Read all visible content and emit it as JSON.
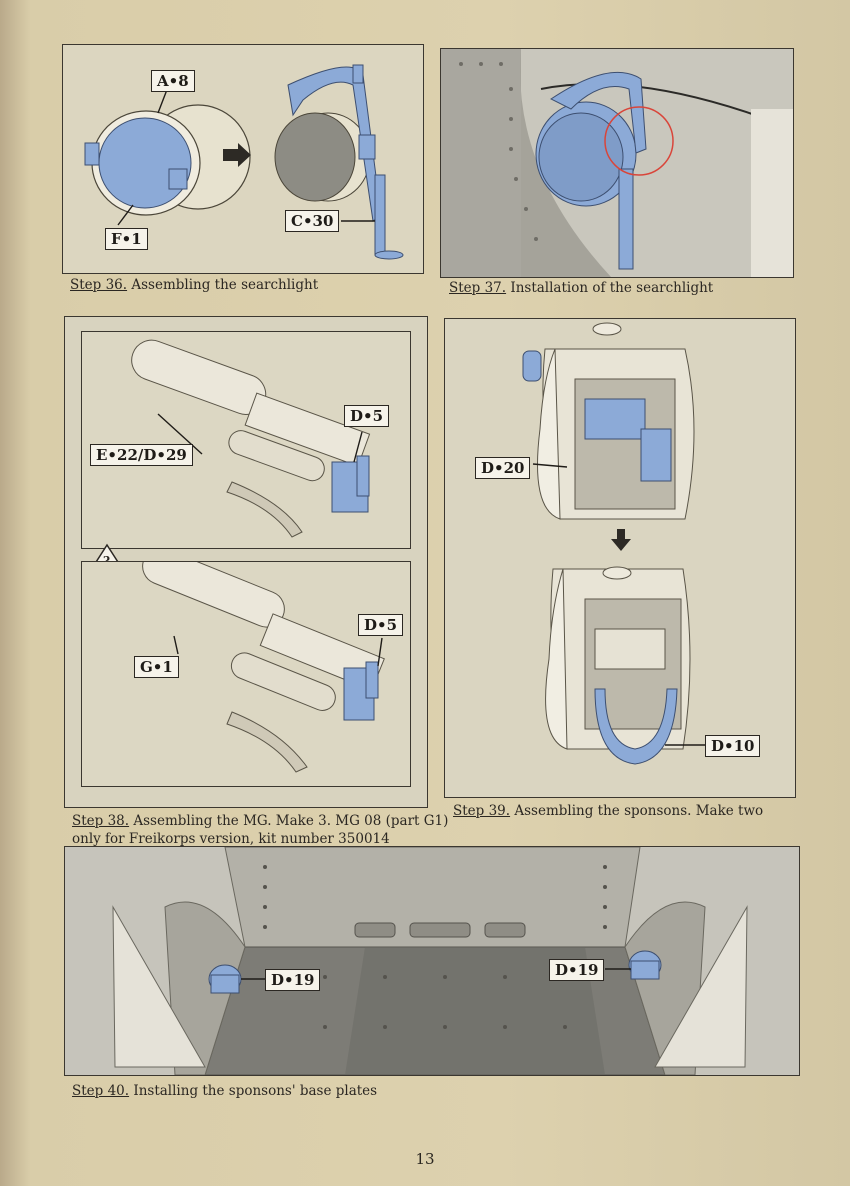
{
  "steps": {
    "s36": {
      "number": "Step 36.",
      "text": " Assembling the searchlight",
      "labels": {
        "a8": "A•8",
        "f1": "F•1",
        "c30": "C•30"
      }
    },
    "s37": {
      "number": "Step 37.",
      "text": " Installation of the searchlight"
    },
    "s38": {
      "number": "Step 38.",
      "text": " Assembling the MG. Make 3. MG 08 (part G1)",
      "text2": "only for Freikorps version, kit number 350014",
      "labels": {
        "e22d29": "E•22/D•29",
        "d5_top": "D•5",
        "g1": "G•1",
        "d5_bottom": "D•5",
        "question": "?"
      }
    },
    "s39": {
      "number": "Step 39.",
      "text": " Assembling the sponsons. Make two",
      "labels": {
        "d20": "D•20",
        "d10": "D•10"
      }
    },
    "s40": {
      "number": "Step 40.",
      "text": " Installing the sponsons' base plates",
      "labels": {
        "d19_left": "D•19",
        "d19_right": "D•19"
      }
    }
  },
  "page_number": "13",
  "colors": {
    "part_blue": "#8faedc",
    "paper": "#d9cda9",
    "highlight_circle": "#d9453a"
  }
}
